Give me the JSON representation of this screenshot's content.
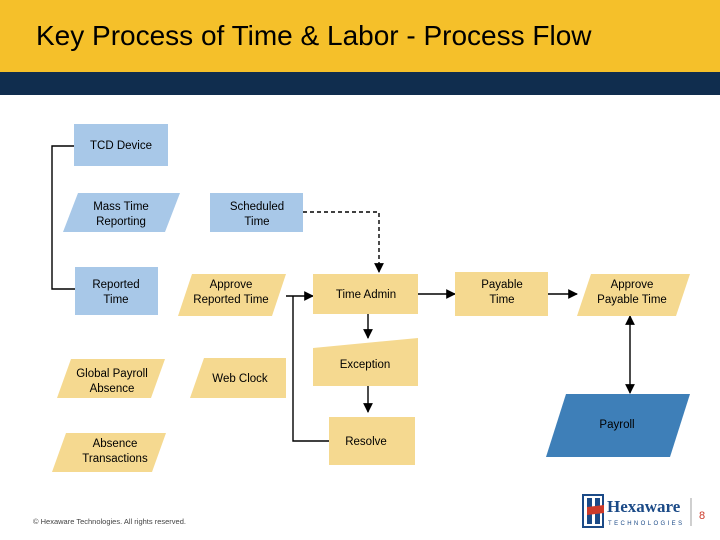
{
  "title": "Key Process of Time & Labor - Process Flow",
  "nodes": {
    "tcd_device": "TCD Device",
    "mass_time_reporting": [
      "Mass Time",
      "Reporting"
    ],
    "scheduled_time": [
      "Scheduled",
      "Time"
    ],
    "reported_time": [
      "Reported",
      "Time"
    ],
    "approve_reported_time": [
      "Approve",
      "Reported Time"
    ],
    "time_admin": "Time Admin",
    "payable_time": [
      "Payable",
      "Time"
    ],
    "approve_payable_time": [
      "Approve",
      "Payable Time"
    ],
    "global_payroll_absence": [
      "Global Payroll",
      "Absence"
    ],
    "web_clock": "Web Clock",
    "exception": "Exception",
    "payroll": "Payroll",
    "absence_transactions": [
      "Absence",
      "Transactions"
    ],
    "resolve": "Resolve"
  },
  "footer": {
    "copyright": "© Hexaware Technologies. All rights reserved.",
    "page_number": "8",
    "logo_name": "Hexaware",
    "logo_tagline": "TECHNOLOGIES"
  },
  "colors": {
    "title_bar": "#f5c02a",
    "sub_bar": "#102d4e",
    "light_blue": "#a8c8e8",
    "tan": "#f5d990",
    "payroll_blue": "#3e7fb8",
    "logo_blue": "#1b4a87",
    "logo_red": "#cc3a2a"
  }
}
